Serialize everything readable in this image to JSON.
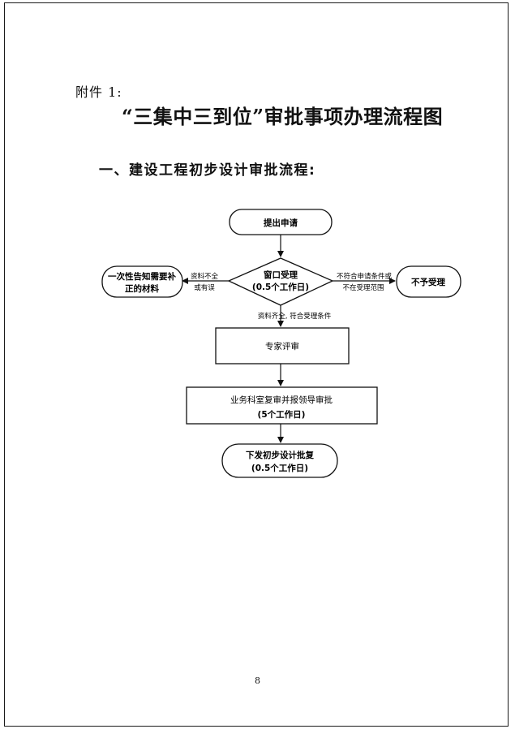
{
  "document": {
    "attachment_label": "附件 1:",
    "title": "“三集中三到位”审批事项办理流程图",
    "section_heading": "一、建设工程初步设计审批流程:",
    "page_number": "8"
  },
  "flowchart": {
    "nodes": {
      "submit": {
        "line1": "提出申请"
      },
      "window": {
        "line1": "窗口受理",
        "line2": "(0.5个工作日)"
      },
      "notify": {
        "line1": "一次性告知需要补",
        "line2": "正的材料"
      },
      "reject": {
        "line1": "不予受理"
      },
      "expert": {
        "line1": "专家评审"
      },
      "review": {
        "line1": "业务科室复审并报领导审批",
        "line2": "(5个工作日)"
      },
      "issue": {
        "line1": "下发初步设计批复",
        "line2": "(0.5个工作日)"
      }
    },
    "edges": {
      "incomplete": {
        "line1": "资料不全",
        "line2": "或有误"
      },
      "out_of_scope": {
        "line1": "不符合申请条件或",
        "line2": "不在受理范围"
      },
      "complete": {
        "line1": "资料齐全,  符合受理条件"
      }
    }
  }
}
